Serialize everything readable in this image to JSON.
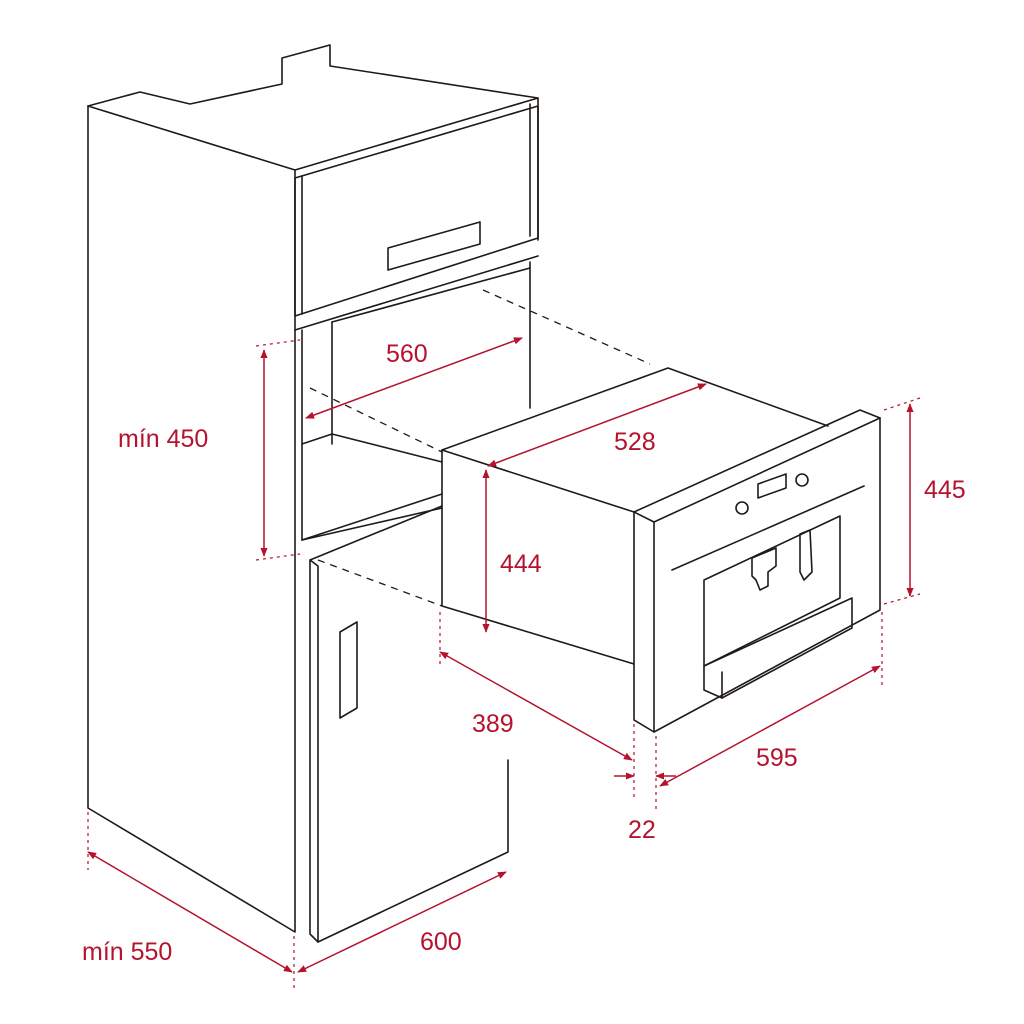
{
  "colors": {
    "line": "#1f1a17",
    "dimension": "#b5122e",
    "background": "#ffffff"
  },
  "dimensions": {
    "niche_min_height": "mín 450",
    "niche_width": "560",
    "appliance_width_body": "528",
    "appliance_height_body": "444",
    "appliance_depth_body": "389",
    "front_height": "445",
    "front_width": "595",
    "front_thickness": "22",
    "cabinet_min_depth": "mín 550",
    "cabinet_width": "600"
  }
}
